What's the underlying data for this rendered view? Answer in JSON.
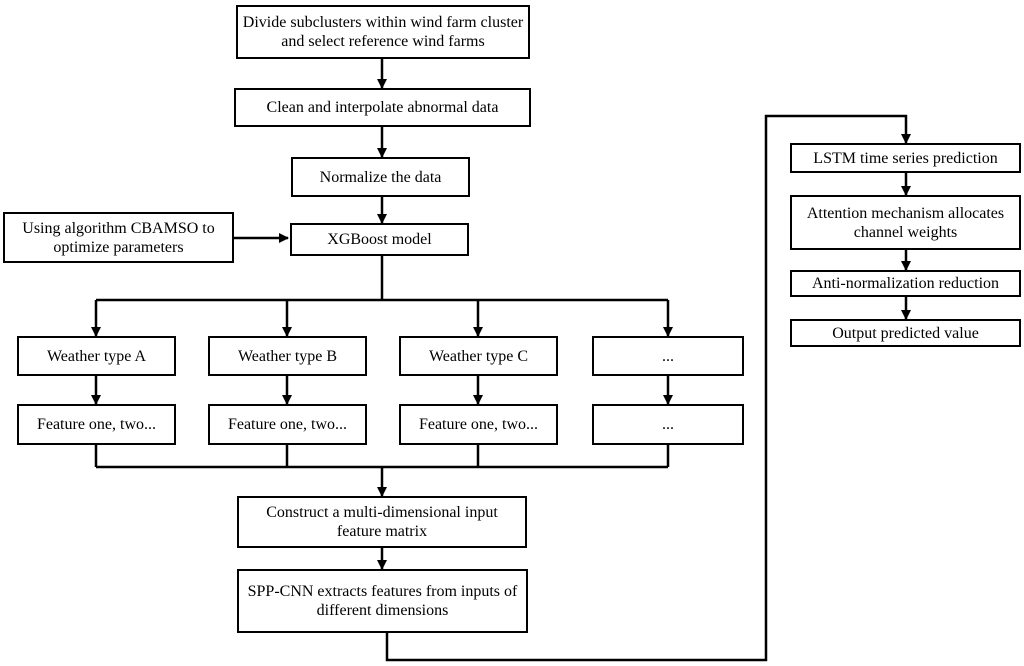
{
  "nodes": {
    "divide": "Divide subclusters within wind farm cluster and select reference wind farms",
    "clean": "Clean and interpolate abnormal data",
    "normalize": "Normalize the data",
    "cbamso": "Using algorithm CBAMSO to optimize parameters",
    "xgboost": "XGBoost model",
    "weather_a": "Weather type A",
    "weather_b": "Weather type B",
    "weather_c": "Weather type C",
    "weather_more": "...",
    "feature_a": "Feature one, two...",
    "feature_b": "Feature one, two...",
    "feature_c": "Feature one, two...",
    "feature_more": "...",
    "construct": "Construct a multi-dimensional input feature matrix",
    "sppcnn": "SPP-CNN extracts features from inputs of different dimensions",
    "lstm": "LSTM time series prediction",
    "attention": "Attention mechanism allocates channel weights",
    "antinorm": "Anti-normalization reduction",
    "output": "Output predicted value"
  }
}
